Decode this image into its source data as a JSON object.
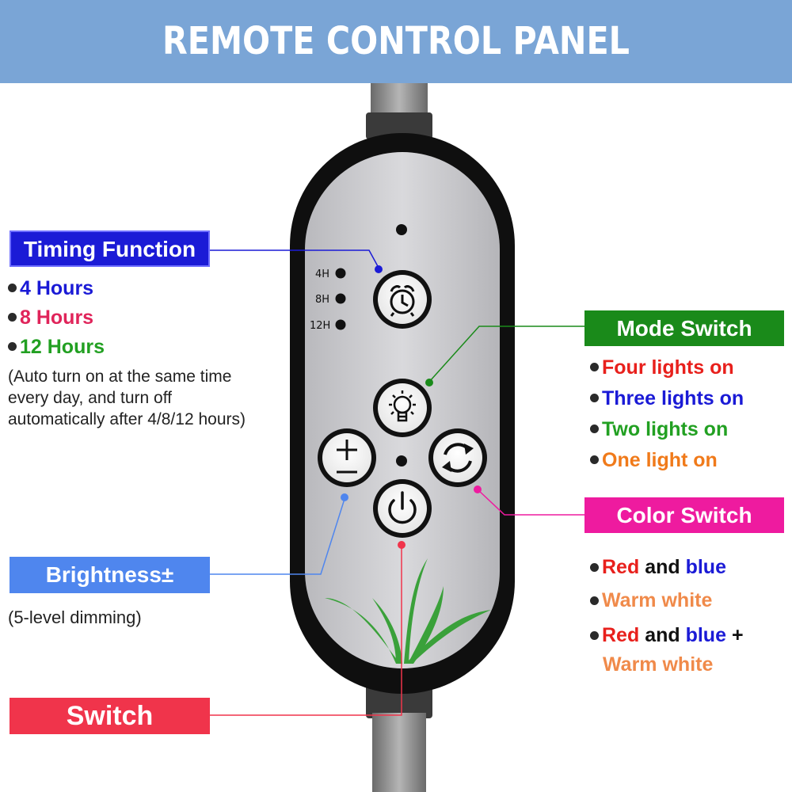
{
  "header": {
    "title": "REMOTE CONTROL PANEL DESCRIPTION"
  },
  "timing": {
    "label": "Timing Function",
    "options": [
      {
        "text": "4 Hours",
        "color": "#1a1ad6"
      },
      {
        "text": "8 Hours",
        "color": "#e0245a"
      },
      {
        "text": "12 Hours",
        "color": "#22a022"
      }
    ],
    "note": "(Auto turn on at the same time every day, and turn off automatically after 4/8/12 hours)"
  },
  "remote": {
    "timer_marks": [
      "4H",
      "8H",
      "12H"
    ]
  },
  "mode": {
    "label": "Mode Switch",
    "options": [
      {
        "text": "Four lights on",
        "color": "#e8201c"
      },
      {
        "text": "Three lights on",
        "color": "#1a1ad6"
      },
      {
        "text": "Two lights on",
        "color": "#22a022"
      },
      {
        "text": "One light on",
        "color": "#f07a1a"
      }
    ]
  },
  "color": {
    "label": "Color Switch",
    "options": {
      "red": "Red",
      "and": "and",
      "blue": "blue",
      "warm": "Warm white",
      "red2": "Red",
      "and2": "and",
      "blue2": "blue",
      "plus": "+",
      "warm2": "Warm white"
    },
    "colors": {
      "red": "#e8201c",
      "blue": "#1a1ad6",
      "warm": "#f08a4a",
      "dark": "#111111"
    }
  },
  "brightness": {
    "label": "Brightness±",
    "note": "(5-level dimming)"
  },
  "switch": {
    "label": "Switch"
  }
}
